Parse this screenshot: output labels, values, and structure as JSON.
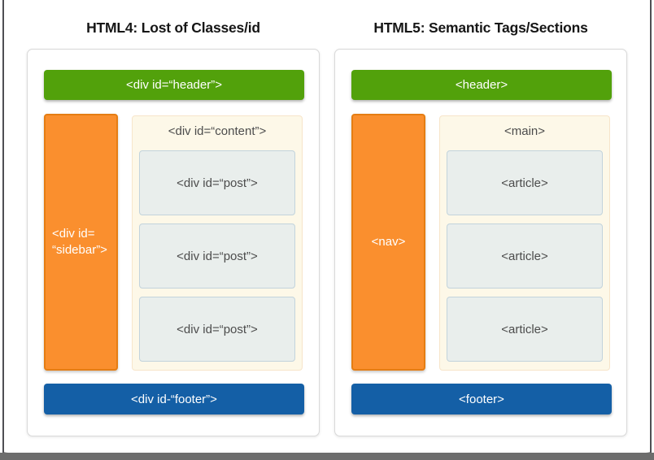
{
  "window": {
    "frame_side_color": "#4f4f54",
    "frame_bottom_color": "#6d6d6d",
    "background": "#ffffff"
  },
  "colors": {
    "header_green": "#52a10b",
    "sidebar_orange": "#fa8f2e",
    "sidebar_orange_border": "#e57d13",
    "content_cream": "#fdf8e8",
    "content_cream_border": "#f7e5ca",
    "box_gray": "#e9eeec",
    "box_gray_border": "#c2d3dc",
    "footer_blue": "#145fa6",
    "label_dark": "#4c4c4c",
    "label_light": "#ffffff",
    "title_color": "#161616"
  },
  "panels": [
    {
      "title": "HTML4: Lost of Classes/id",
      "header_label": "<div id=“header”>",
      "sidebar_label_line1": "<div id=",
      "sidebar_label_line2": "“sidebar”>",
      "content_label": "<div id=“content”>",
      "boxes": [
        "<div id=“post”>",
        "<div id=“post”>",
        "<div id=“post”>"
      ],
      "footer_label": "<div id-“footer”>"
    },
    {
      "title": "HTML5: Semantic Tags/Sections",
      "header_label": "<header>",
      "sidebar_label_line1": "<nav>",
      "sidebar_label_line2": "",
      "content_label": "<main>",
      "boxes": [
        "<article>",
        "<article>",
        "<article>"
      ],
      "footer_label": "<footer>"
    }
  ]
}
